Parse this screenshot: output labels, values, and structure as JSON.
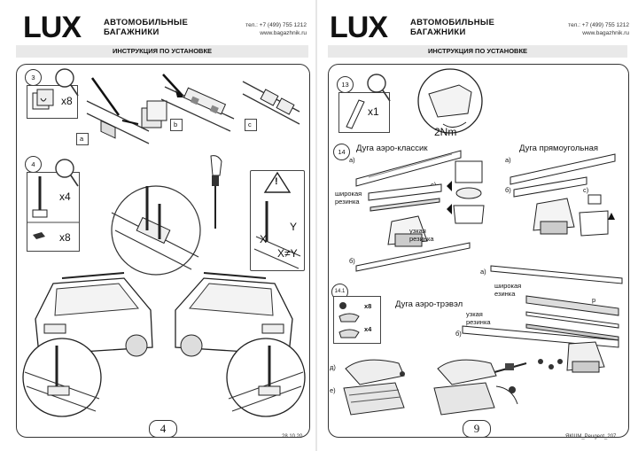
{
  "left_page": {
    "logo": "LUX",
    "brand_line1": "АВТОМОБИЛЬНЫЕ",
    "brand_line2": "БАГАЖНИКИ",
    "phone": "тел.: +7 (499) 755 1212",
    "website": "www.bagazhnik.ru",
    "header": "ИНСТРУКЦИЯ ПО УСТАНОВКЕ",
    "step3": {
      "number": "3",
      "qty": "x8",
      "panel_a": "a",
      "panel_b": "b",
      "panel_c": "c"
    },
    "step4": {
      "number": "4",
      "qty_bolts": "x4",
      "qty_screws": "x8",
      "warning": "!",
      "x_label": "X",
      "y_label": "Y",
      "neq_label": "X≠Y"
    },
    "page_number": "4",
    "date": "28.10.20"
  },
  "right_page": {
    "logo": "LUX",
    "brand_line1": "АВТОМОБИЛЬНЫЕ",
    "brand_line2": "БАГАЖНИКИ",
    "phone": "тел.: +7 (499) 755 1212",
    "website": "www.bagazhnik.ru",
    "header": "ИНСТРУКЦИЯ ПО УСТАНОВКЕ",
    "step13": {
      "number": "13",
      "qty": "x1",
      "torque": "2Nm"
    },
    "step14": {
      "number": "14",
      "title_classic": "Дуга аэро-классик",
      "title_rect": "Дуга прямоугольная",
      "a_left": "а)",
      "c_left": "с)",
      "wide_rubber": "широкая резинка",
      "narrow_rubber": "узкая резинка",
      "b_left": "б)",
      "a_right": "а)",
      "b_right": "б)",
      "c_right": "с)"
    },
    "step14_1": {
      "number": "14.1",
      "qty_a": "x8",
      "qty_b": "x4",
      "title_travel": "Дуга аэро-трэвэл",
      "a": "а)",
      "wide_rubber_line1": "широкая",
      "wide_rubber_line2": "езинка",
      "narrow_rubber": "узкая резинка",
      "b": "б)",
      "p": "р",
      "d": "д)",
      "e": "е)"
    },
    "page_number": "9",
    "doc_code": "ЯКШМ_Peugeot_207"
  }
}
